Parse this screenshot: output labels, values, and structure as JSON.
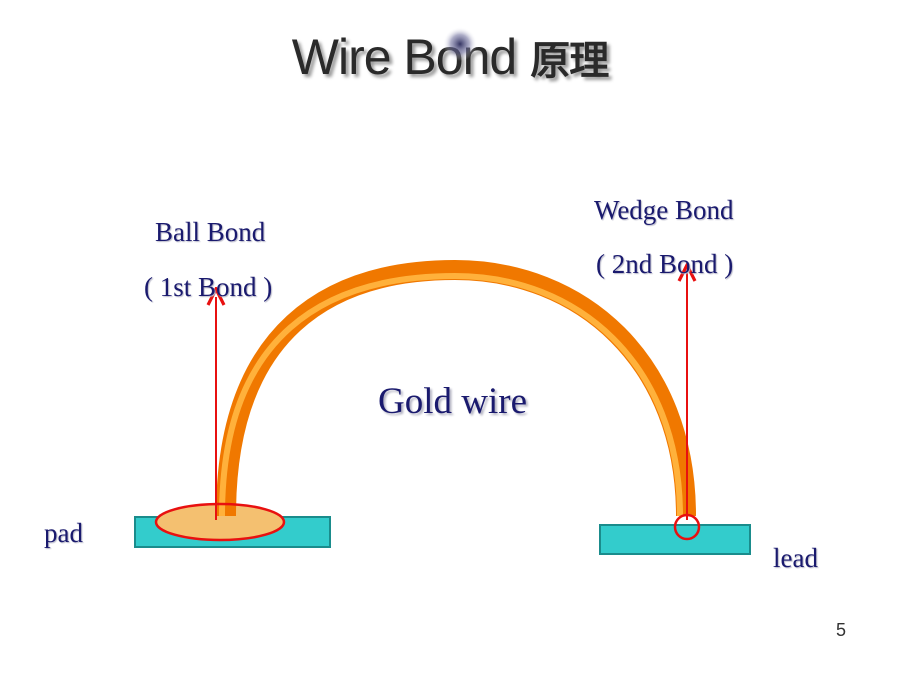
{
  "title": {
    "main": "Wire Bond",
    "cjk": "原理"
  },
  "labels": {
    "ball_bond": "Ball Bond",
    "first_bond": "( 1st Bond )",
    "wedge_bond": "Wedge Bond",
    "second_bond": "( 2nd Bond )",
    "gold_wire": "Gold wire",
    "pad": "pad",
    "lead": "lead"
  },
  "page_number": "5",
  "colors": {
    "wire_outer": "#f07800",
    "wire_inner": "#ffb13b",
    "pad_fill": "#33cccc",
    "pad_stroke": "#1a8c8c",
    "arrow": "#e81010",
    "ball_fill": "#f4c070",
    "label_text": "#1a1a6e"
  }
}
